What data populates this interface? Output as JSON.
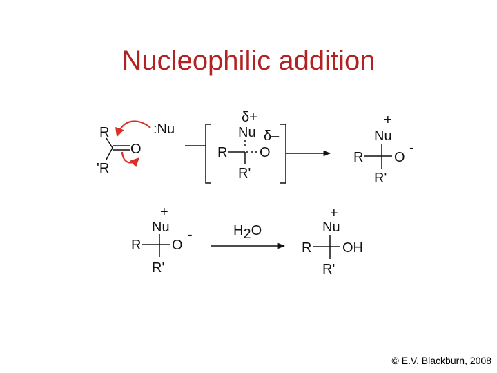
{
  "title": "Nucleophilic addition",
  "footer": {
    "credit": "© E.V. Blackburn, 2008"
  },
  "colors": {
    "title": "#b22222",
    "curved_arrow": "#d9302a",
    "structure": "#111111"
  },
  "reaction1": {
    "reactant": {
      "r_top": "R",
      "r_bottom": "'R",
      "oxygen": "O",
      "nucleophile": ":Nu"
    },
    "transition_state": {
      "delta_plus": "δ+",
      "delta_minus": "δ–",
      "nu": "Nu",
      "r": "R",
      "o": "O",
      "r_prime": "R'"
    },
    "product": {
      "plus": "+",
      "nu": "Nu",
      "r": "R",
      "o": "O",
      "minus": "-",
      "r_prime": "R'"
    }
  },
  "reaction2": {
    "reactant": {
      "plus": "+",
      "nu": "Nu",
      "r": "R",
      "o": "O",
      "minus": "-",
      "r_prime": "R'"
    },
    "reagent": {
      "h": "H",
      "sub": "2",
      "o": "O"
    },
    "product": {
      "plus": "+",
      "nu": "Nu",
      "r": "R",
      "oh": "OH",
      "r_prime": "R'"
    }
  }
}
